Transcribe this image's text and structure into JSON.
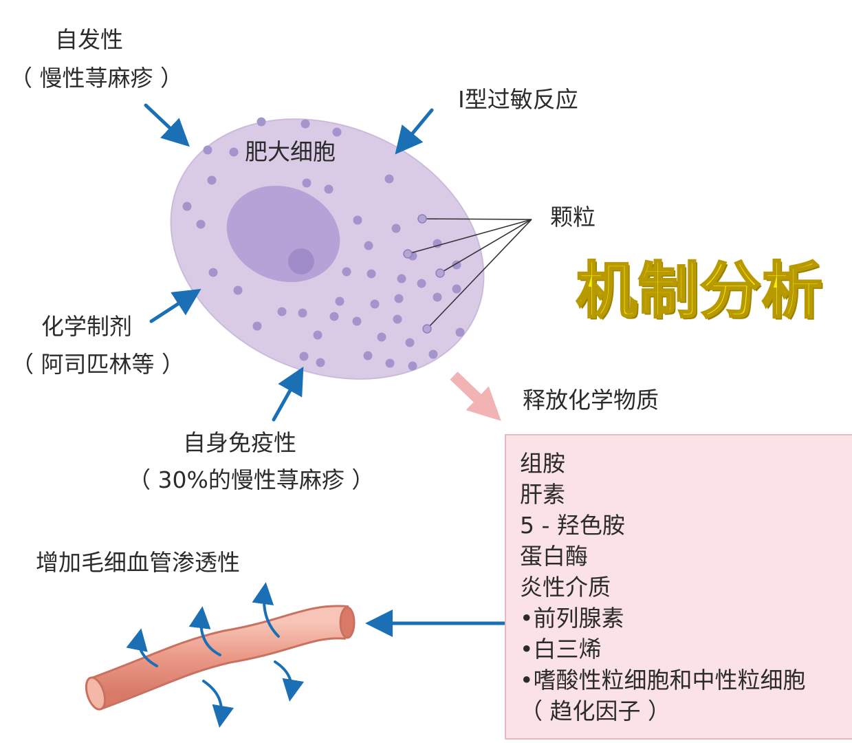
{
  "labels": {
    "spontaneous": "自发性",
    "spontaneous_note": "（ 慢性荨麻疹 ）",
    "type1": "I型过敏反应",
    "mast_cell": "肥大细胞",
    "granules": "颗粒",
    "chemical": "化学制剂",
    "chemical_note": "（ 阿司匹林等 ）",
    "autoimmune": "自身免疫性",
    "autoimmune_note": "（ 30%的慢性荨麻疹 ）",
    "release": "释放化学物质",
    "capillary": "增加毛细血管渗透性"
  },
  "overlay_title": "机制分析",
  "released_substances": [
    "组胺",
    "肝素",
    "5 - 羟色胺",
    "蛋白酶",
    "炎性介质",
    "•前列腺素",
    "•白三烯",
    "•嗜酸性粒细胞和中性粒细胞",
    "（ 趋化因子 ）"
  ],
  "colors": {
    "cell_fill": "#d9cbe6",
    "nucleus_fill": "#b6a2d6",
    "granule": "#a394cc",
    "arrow_blue": "#1a6fb5",
    "arrow_pink": "#f2b3b5",
    "vessel": "#ec9c8a",
    "box_fill": "#fbe2e6",
    "title_yellow": "#f4f000"
  }
}
